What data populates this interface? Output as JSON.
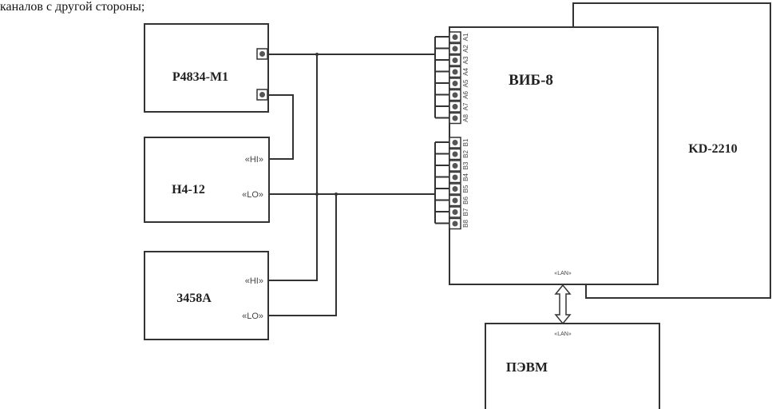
{
  "caption": "каналов с другой стороны;",
  "devices": {
    "p4834": {
      "label": "Р4834-М1"
    },
    "h4_12": {
      "label": "Н4-12",
      "hi": "«HI»",
      "lo": "«LO»"
    },
    "a3458": {
      "label": "3458A",
      "hi": "«HI»",
      "lo": "«LO»"
    },
    "vib8": {
      "label": "ВИБ-8",
      "lan": "«LAN»",
      "a_terminals": [
        "A1",
        "A2",
        "A3",
        "A4",
        "A5",
        "A6",
        "A7",
        "A8"
      ],
      "b_terminals": [
        "B1",
        "B2",
        "B3",
        "B4",
        "B5",
        "B6",
        "B7",
        "B8"
      ]
    },
    "kd2210": {
      "label": "KD-2210"
    },
    "pc": {
      "label": "ПЭВМ",
      "lan": "«LAN»"
    }
  }
}
